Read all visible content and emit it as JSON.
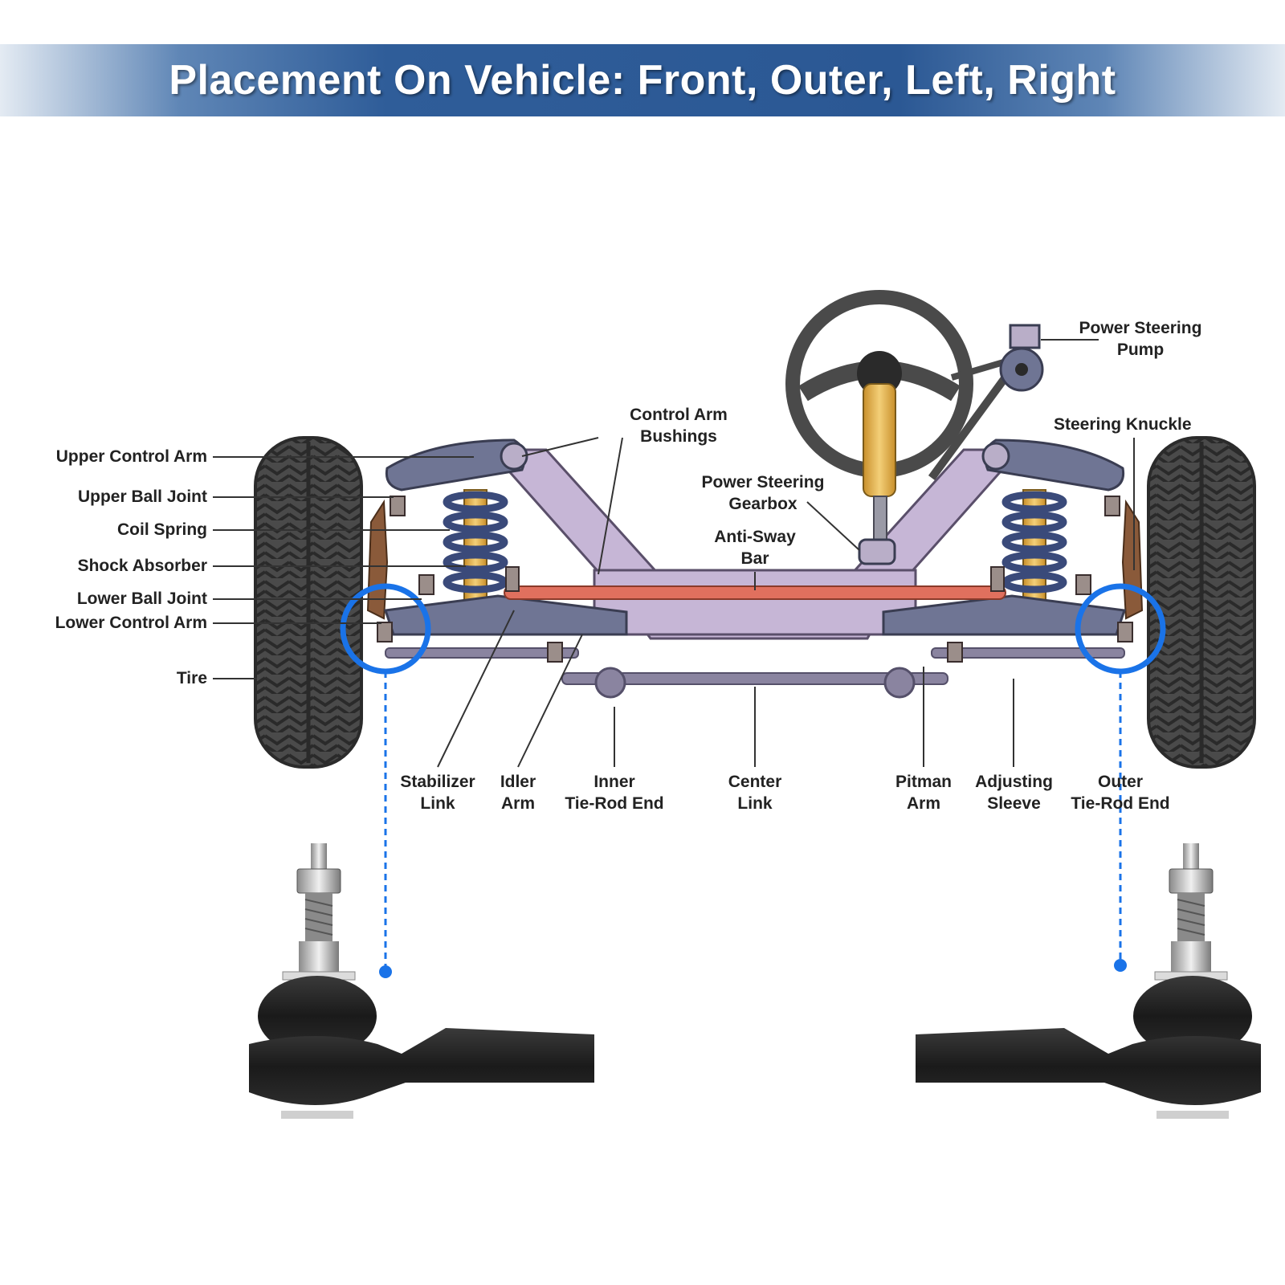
{
  "banner": {
    "title": "Placement On Vehicle: Front, Outer, Left, Right"
  },
  "labels": {
    "upper_control_arm": "Upper Control Arm",
    "upper_ball_joint": "Upper Ball Joint",
    "coil_spring": "Coil Spring",
    "shock_absorber": "Shock Absorber",
    "lower_ball_joint": "Lower Ball Joint",
    "lower_control_arm": "Lower Control Arm",
    "tire": "Tire",
    "control_arm_bushings": [
      "Control Arm",
      "Bushings"
    ],
    "power_steering_gearbox": [
      "Power Steering",
      "Gearbox"
    ],
    "anti_sway_bar": [
      "Anti-Sway",
      "Bar"
    ],
    "power_steering_pump": [
      "Power Steering",
      "Pump"
    ],
    "steering_knuckle": "Steering Knuckle",
    "stabilizer_link": [
      "Stabilizer",
      "Link"
    ],
    "idler_arm": [
      "Idler",
      "Arm"
    ],
    "inner_tie_rod_end": [
      "Inner",
      "Tie-Rod End"
    ],
    "center_link": [
      "Center",
      "Link"
    ],
    "pitman_arm": [
      "Pitman",
      "Arm"
    ],
    "adjusting_sleeve": [
      "Adjusting",
      "Sleeve"
    ],
    "outer_tie_rod_end": [
      "Outer",
      "Tie-Rod End"
    ]
  },
  "colors": {
    "banner": "#2b5894",
    "highlight": "#1a73e8",
    "frame": "#c6b6d6",
    "arms": "#6f7594",
    "spring": "#3a4a7a",
    "shock": "#e9b84a",
    "sway_bar": "#e0705e",
    "knuckle": "#8a5a3a",
    "tire": "#4a4a4a",
    "part_black": "#1d1d1d"
  }
}
